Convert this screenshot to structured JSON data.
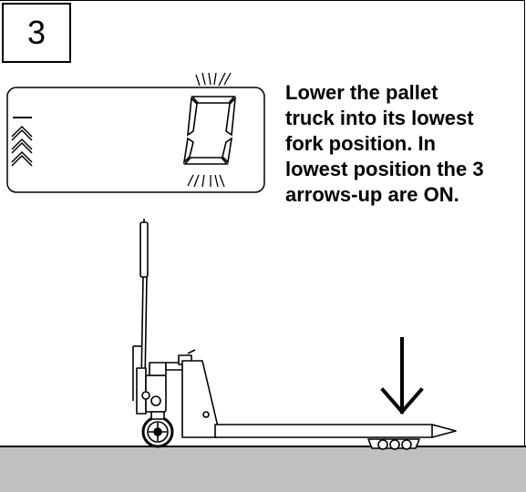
{
  "step_number": "3",
  "instruction": "Lower the pallet\ntruck into its lowest\nfork position. In\nlowest position the 3\narrows-up are ON.",
  "display": {
    "digit": "0",
    "arrows_up_on": 3,
    "digit_blinking": true
  },
  "colors": {
    "ink": "#000000",
    "floor": "#c0c0c0",
    "background": "#ffffff"
  }
}
